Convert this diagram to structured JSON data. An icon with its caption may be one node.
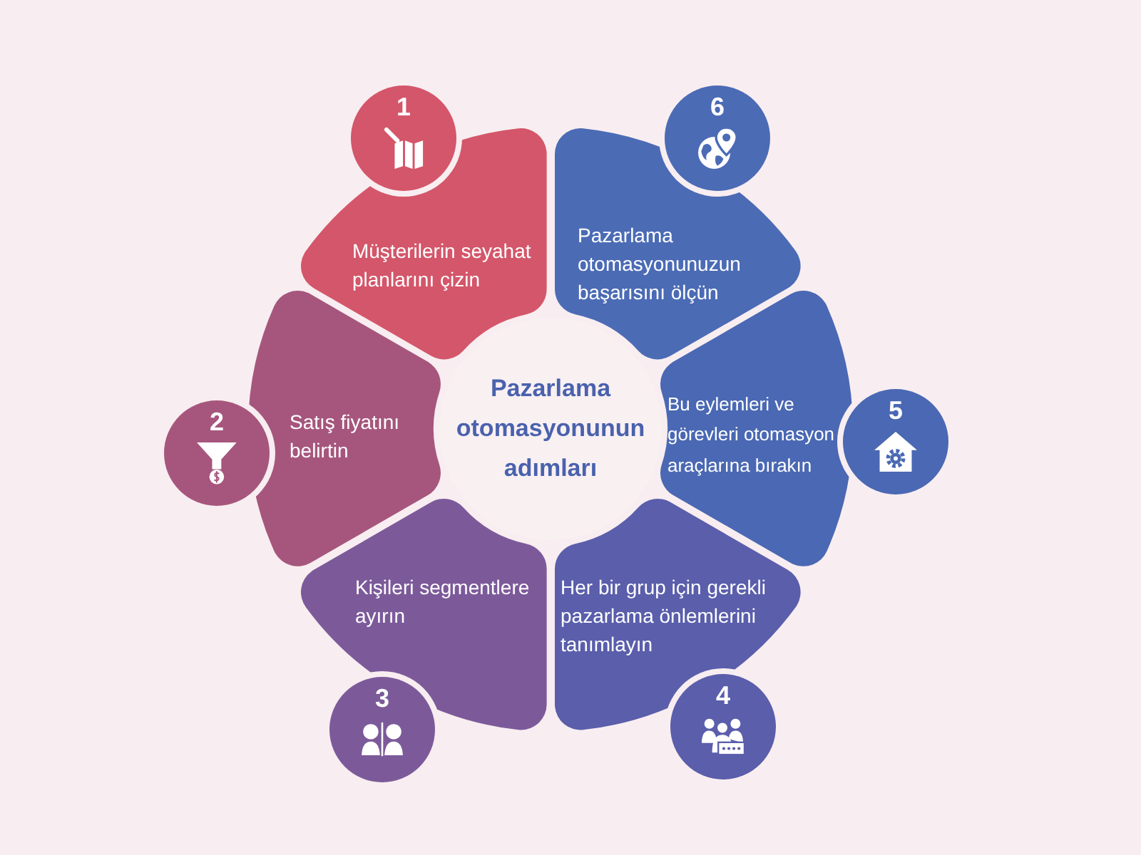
{
  "diagram": {
    "nodes": [
      {
        "text": [
          "Pazarlama otomasyonunun adımları"
        ]
      },
      {
        "text": [
          "Müşterilerin seyahat planlarını çizin"
        ]
      },
      {
        "text": [
          "1"
        ]
      },
      {
        "text": [
          "Satış fiyatını belirtin"
        ]
      },
      {
        "text": [
          "2"
        ]
      },
      {
        "text": [
          "Kişileri segmentlere ayırın"
        ]
      },
      {
        "text": [
          "3"
        ]
      },
      {
        "text": [
          "Her bir grup için gerekli pazarlama önlemlerini tanımlayın"
        ]
      },
      {
        "text": [
          "4"
        ]
      },
      {
        "text": [
          "Bu eylemleri ve görevleri otomasyon araçlarına bırakın"
        ]
      },
      {
        "text": [
          "5"
        ]
      },
      {
        "text": [
          "Pazarlama otomasyonunuzun başarısını ölçün"
        ]
      },
      {
        "text": [
          "6"
        ]
      }
    ]
  }
}
